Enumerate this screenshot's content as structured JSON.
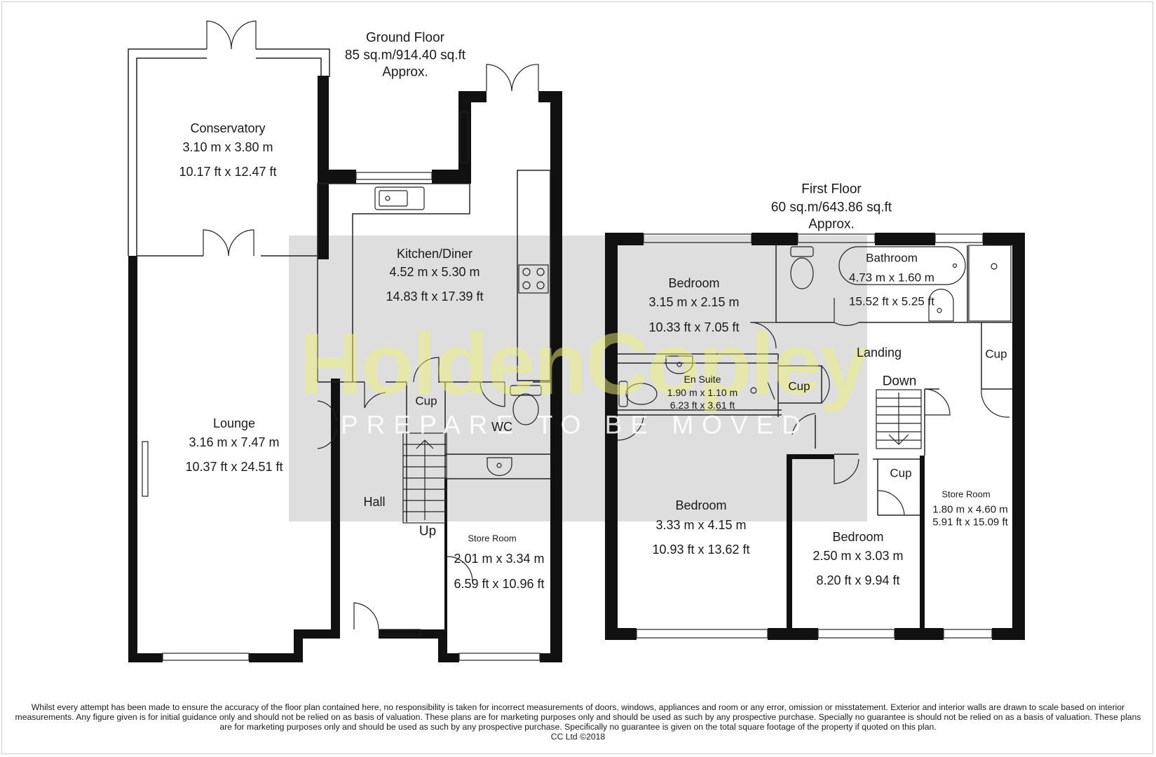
{
  "ground_floor": {
    "title": "Ground Floor",
    "area": "85 sq.m/914.40 sq.ft",
    "approx": "Approx.",
    "rooms": {
      "conservatory": {
        "name": "Conservatory",
        "metric": "3.10 m x 3.80 m",
        "imperial": "10.17 ft x 12.47 ft"
      },
      "kitchen": {
        "name": "Kitchen/Diner",
        "metric": "4.52 m x 5.30 m",
        "imperial": "14.83 ft x 17.39 ft"
      },
      "lounge": {
        "name": "Lounge",
        "metric": "3.16 m x 7.47 m",
        "imperial": "10.37 ft x 24.51 ft"
      },
      "cup": {
        "name": "Cup"
      },
      "wc": {
        "name": "WC"
      },
      "hall": {
        "name": "Hall"
      },
      "stairs": {
        "name": "Up"
      },
      "store": {
        "name": "Store Room",
        "metric": "2.01 m x 3.34 m",
        "imperial": "6.59 ft x 10.96 ft"
      }
    }
  },
  "first_floor": {
    "title": "First Floor",
    "area": "60 sq.m/643.86 sq.ft",
    "approx": "Approx.",
    "rooms": {
      "bedroom1": {
        "name": "Bedroom",
        "metric": "3.15 m x 2.15 m",
        "imperial": "10.33 ft x 7.05 ft"
      },
      "bathroom": {
        "name": "Bathroom",
        "metric": "4.73 m x 1.60 m",
        "imperial": "15.52 ft x 5.25 ft"
      },
      "landing": {
        "name": "Landing"
      },
      "stairs": {
        "name": "Down"
      },
      "cup_right": {
        "name": "Cup"
      },
      "ensuite": {
        "name": "En Suite",
        "metric": "1.90 m x 1.10 m",
        "imperial": "6.23 ft x 3.61 ft"
      },
      "cup_mid": {
        "name": "Cup"
      },
      "bedroom2": {
        "name": "Bedroom",
        "metric": "3.33 m x 4.15 m",
        "imperial": "10.93 ft x 13.62 ft"
      },
      "cup_small": {
        "name": "Cup"
      },
      "bedroom3": {
        "name": "Bedroom",
        "metric": "2.50 m x 3.03 m",
        "imperial": "8.20 ft x 9.94 ft"
      },
      "store": {
        "name": "Store Room",
        "metric": "1.80 m x 4.60 m",
        "imperial": "5.91 ft x 15.09 ft"
      }
    }
  },
  "watermark": {
    "brand": "HoldenCopley",
    "tagline": "PREPARE TO BE MOVED"
  },
  "colors": {
    "wall": "#111111",
    "watermark_band": "#dedede",
    "brand_yellow": "#eef078"
  },
  "disclaimer": {
    "text": "Whilst every attempt has been made to ensure the accuracy of the floor plan contained here, no responsibility is taken for incorrect measurements of doors, windows, appliances and room or any error, omission or misstatement. Exterior and interior walls are drawn to scale based on interior measurements. Any figure given is for initial guidance only and should not be relied on as basis of valuation. These plans are for marketing purposes only and should be used as such by any prospective purchase. Specially no guarantee is should not be relied on as a basis of valuation. These plans are for marketing purposes only and should be used as such by any prospective purchase. Specifically no guarantee is given on the total square footage of the property if quoted on this plan.",
    "credit": "CC Ltd ©2018"
  }
}
